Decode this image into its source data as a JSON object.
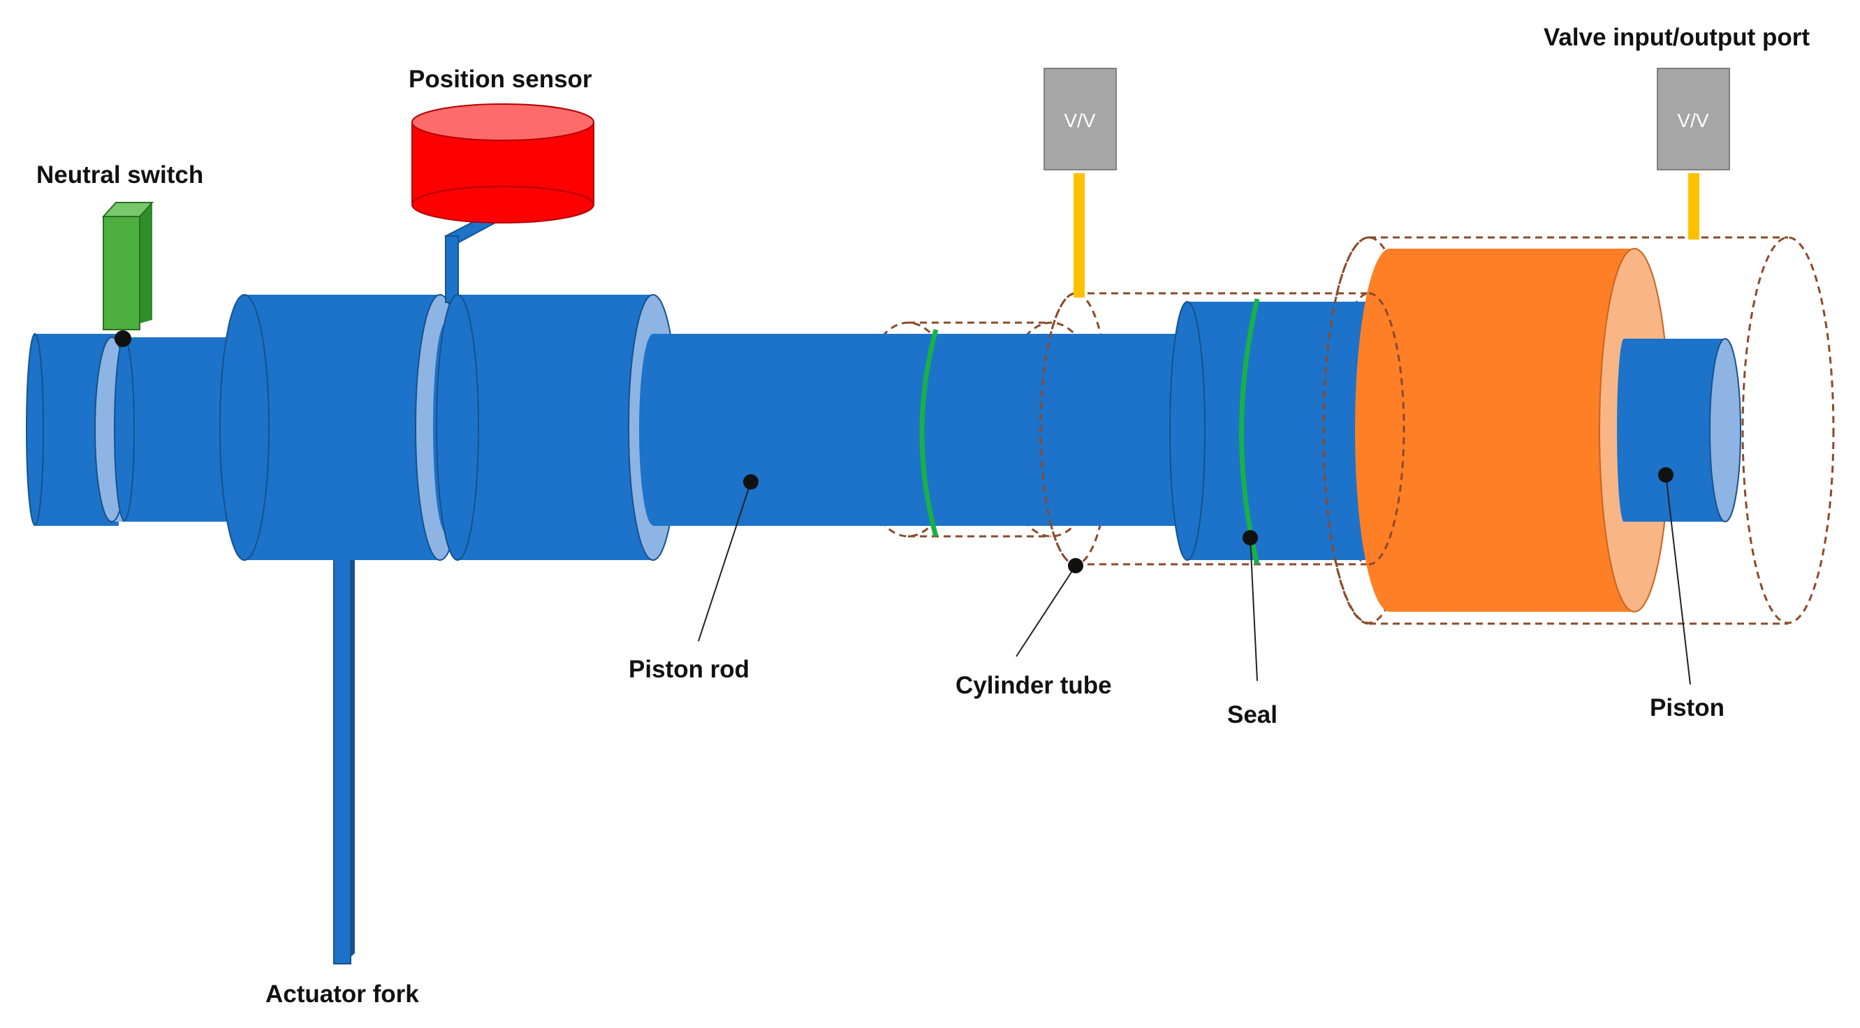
{
  "labels": {
    "neutral_switch": "Neutral switch",
    "position_sensor": "Position sensor",
    "actuator_fork": "Actuator fork",
    "piston_rod": "Piston rod",
    "cylinder_tube": "Cylinder tube",
    "seal": "Seal",
    "piston": "Piston",
    "valve_port": "Valve input/output port"
  },
  "valves": [
    {
      "label": "V/V"
    },
    {
      "label": "V/V"
    }
  ],
  "colors": {
    "body_blue": "#1c73c9",
    "light_blue": "#8db4e2",
    "sensor_red": "#ff0000",
    "sensor_top": "#ff6b6b",
    "switch_green": "#4caf3f",
    "seal_green": "#19b04a",
    "piston_orange": "#ff7f27",
    "piston_face": "#f8b586",
    "valve_gray": "#a6a6a6",
    "pipe_yellow": "#ffc000",
    "dashed_brown": "#8b4a2b"
  }
}
